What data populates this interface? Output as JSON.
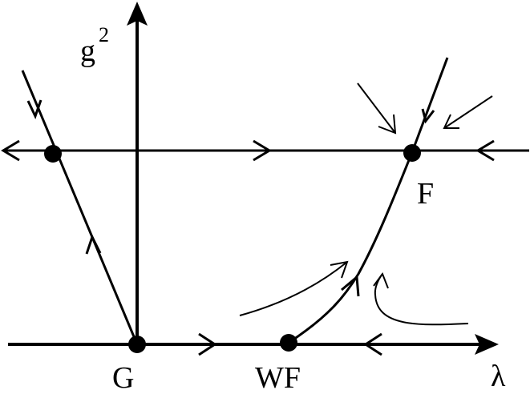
{
  "labels": {
    "y_axis": "g",
    "y_axis_power": "2",
    "x_axis": "λ",
    "point_g": "G",
    "point_wf": "WF",
    "point_f": "F"
  },
  "colors": {
    "ink": "#000000",
    "background": "#ffffff"
  }
}
